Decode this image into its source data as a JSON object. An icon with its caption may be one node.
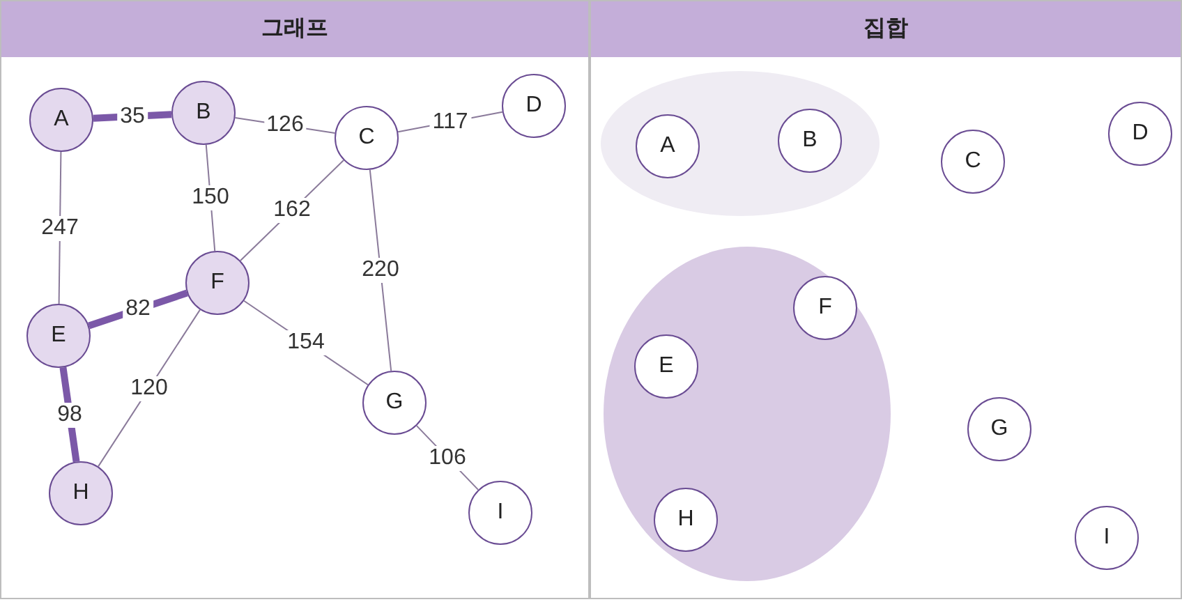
{
  "diagram": {
    "nodes": [
      {
        "text": [
          "그래프"
        ]
      },
      {
        "text": [
          "A"
        ],
        "in": 0
      },
      {
        "text": [
          "B"
        ],
        "in": 0
      },
      {
        "text": [
          "C"
        ],
        "in": 0
      },
      {
        "text": [
          "D"
        ],
        "in": 0
      },
      {
        "text": [
          "E"
        ],
        "in": 0
      },
      {
        "text": [
          "F"
        ],
        "in": 0
      },
      {
        "text": [
          "G"
        ],
        "in": 0
      },
      {
        "text": [
          "H"
        ],
        "in": 0
      },
      {
        "text": [
          "I"
        ],
        "in": 0
      },
      {
        "text": [
          "집합"
        ]
      },
      {
        "text": [],
        "shape": "ellipse",
        "in": 10
      },
      {
        "text": [],
        "shape": "ellipse",
        "in": 10
      },
      {
        "text": [
          "A"
        ],
        "in": 11
      },
      {
        "text": [
          "B"
        ],
        "in": 11
      },
      {
        "text": [
          "C"
        ],
        "in": 10
      },
      {
        "text": [
          "D"
        ],
        "in": 10
      },
      {
        "text": [
          "E"
        ],
        "in": 12
      },
      {
        "text": [
          "F"
        ],
        "in": 12
      },
      {
        "text": [
          "G"
        ],
        "in": 10
      },
      {
        "text": [
          "H"
        ],
        "in": 12
      },
      {
        "text": [
          "I"
        ],
        "in": 10
      }
    ],
    "edges": [
      {
        "from": 1,
        "to": 2,
        "arrow": "none",
        "label": "35",
        "style": "thick",
        "color": "#7b58a8"
      },
      {
        "from": 2,
        "to": 3,
        "arrow": "none",
        "label": "126"
      },
      {
        "from": 3,
        "to": 4,
        "arrow": "none",
        "label": "117"
      },
      {
        "from": 1,
        "to": 5,
        "arrow": "none",
        "label": "247"
      },
      {
        "from": 2,
        "to": 6,
        "arrow": "none",
        "label": "150"
      },
      {
        "from": 3,
        "to": 6,
        "arrow": "none",
        "label": "162"
      },
      {
        "from": 3,
        "to": 7,
        "arrow": "none",
        "label": "220"
      },
      {
        "from": 5,
        "to": 6,
        "arrow": "none",
        "label": "82",
        "style": "thick",
        "color": "#7b58a8"
      },
      {
        "from": 6,
        "to": 7,
        "arrow": "none",
        "label": "154"
      },
      {
        "from": 6,
        "to": 8,
        "arrow": "none",
        "label": "120"
      },
      {
        "from": 5,
        "to": 8,
        "arrow": "none",
        "label": "98",
        "style": "thick",
        "color": "#7b58a8"
      },
      {
        "from": 7,
        "to": 9,
        "arrow": "none",
        "label": "106"
      }
    ]
  }
}
